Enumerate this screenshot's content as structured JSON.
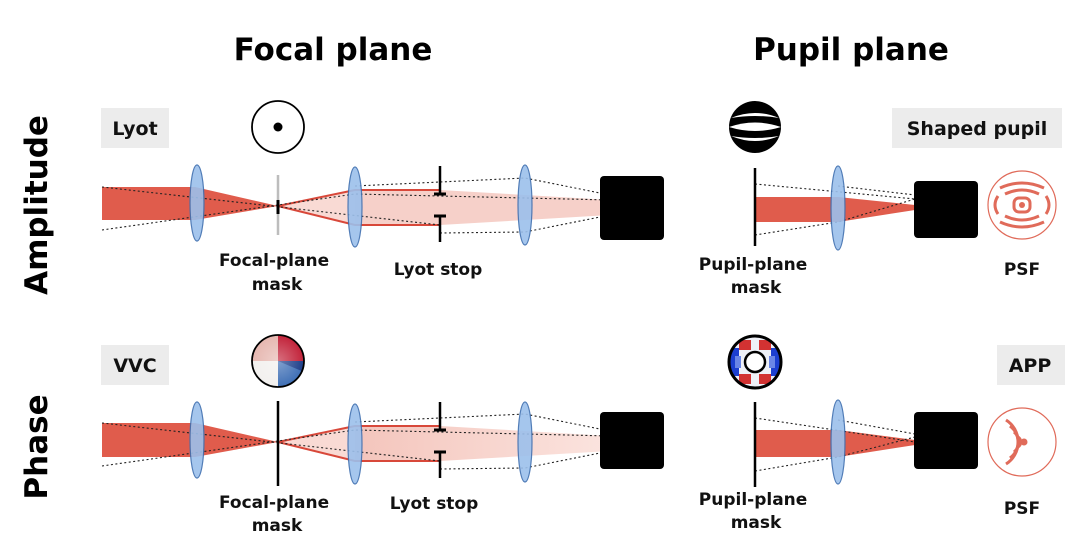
{
  "columns": {
    "focal": "Focal plane",
    "pupil": "Pupil plane"
  },
  "rows": {
    "amplitude": "Amplitude",
    "phase": "Phase"
  },
  "tags": {
    "lyot": "Lyot",
    "vvc": "VVC",
    "shaped_pupil": "Shaped pupil",
    "app": "APP"
  },
  "labels": {
    "focal_mask_1": [
      "Focal-plane",
      "mask"
    ],
    "lyot_stop_1": "Lyot stop",
    "pupil_mask_1": [
      "Pupil-plane",
      "mask"
    ],
    "psf_1": "PSF",
    "focal_mask_2": [
      "Focal-plane",
      "mask"
    ],
    "lyot_stop_2": "Lyot stop",
    "pupil_mask_2": [
      "Pupil-plane",
      "mask"
    ],
    "psf_2": "PSF"
  },
  "colors": {
    "beam": "#e05c4c",
    "beam_light": "#f6d0c9",
    "lens": "#9cc0ec",
    "psf": "#e06b5a"
  }
}
